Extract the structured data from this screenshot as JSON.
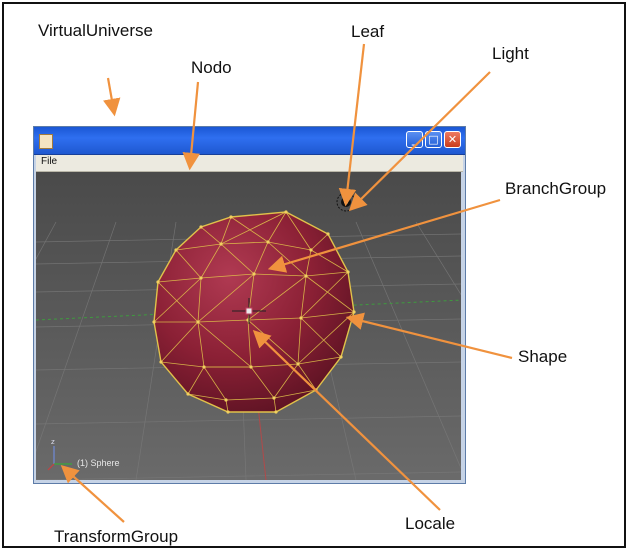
{
  "labels": {
    "virtual_universe": "VirtualUniverse",
    "leaf": "Leaf",
    "nodo": "Nodo",
    "light": "Light",
    "branch_group": "BranchGroup",
    "shape": "Shape",
    "locale": "Locale",
    "transform_group": "TransformGroup"
  },
  "window": {
    "menu_file": "File",
    "status_text": "(1) Sphere",
    "icon_names": [
      "java-app-icon",
      "minimize-icon",
      "maximize-icon",
      "close-icon"
    ]
  },
  "colors": {
    "arrow": "#f0923e",
    "sphere": "#8b2035",
    "wireframe": "#e0c24a",
    "viewport": "#575757",
    "titlebar": "#245fd6"
  }
}
